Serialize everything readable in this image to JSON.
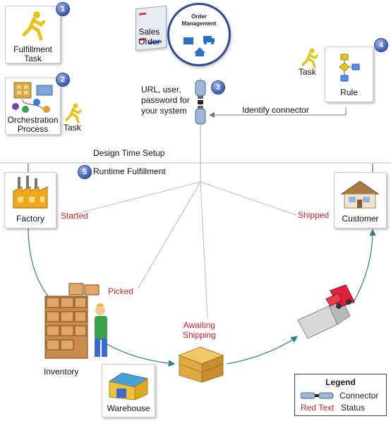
{
  "tiles": {
    "fulfillment_task": "Fulfillment\nTask",
    "orchestration_process": "Orchestration\nProcess",
    "rule": "Rule",
    "factory": "Factory",
    "customer": "Customer",
    "warehouse": "Warehouse"
  },
  "badges": {
    "one": "1",
    "two": "2",
    "three": "3",
    "four": "4",
    "five": "5"
  },
  "order_management": {
    "title": "Order\nManagement",
    "sales_order": "Sales\nOrder"
  },
  "labels": {
    "task_left": "Task",
    "task_right": "Task",
    "connector_info": "URL, user,\npassword for\nyour system",
    "identify_connector": "Identify connector",
    "design_time": "Design Time Setup",
    "runtime": "Runtime Fulfillment",
    "inventory": "Inventory"
  },
  "statuses": {
    "started": "Started",
    "picked": "Picked",
    "awaiting_shipping": "Awaiting\nShipping",
    "shipped": "Shipped"
  },
  "legend": {
    "title": "Legend",
    "connector": "Connector",
    "red_text": "Red Text",
    "status": "Status"
  },
  "colors": {
    "status_red": "#d0202a",
    "cycle_teal": "#2a7f8a",
    "badge_blue": "#3c5cb5"
  }
}
